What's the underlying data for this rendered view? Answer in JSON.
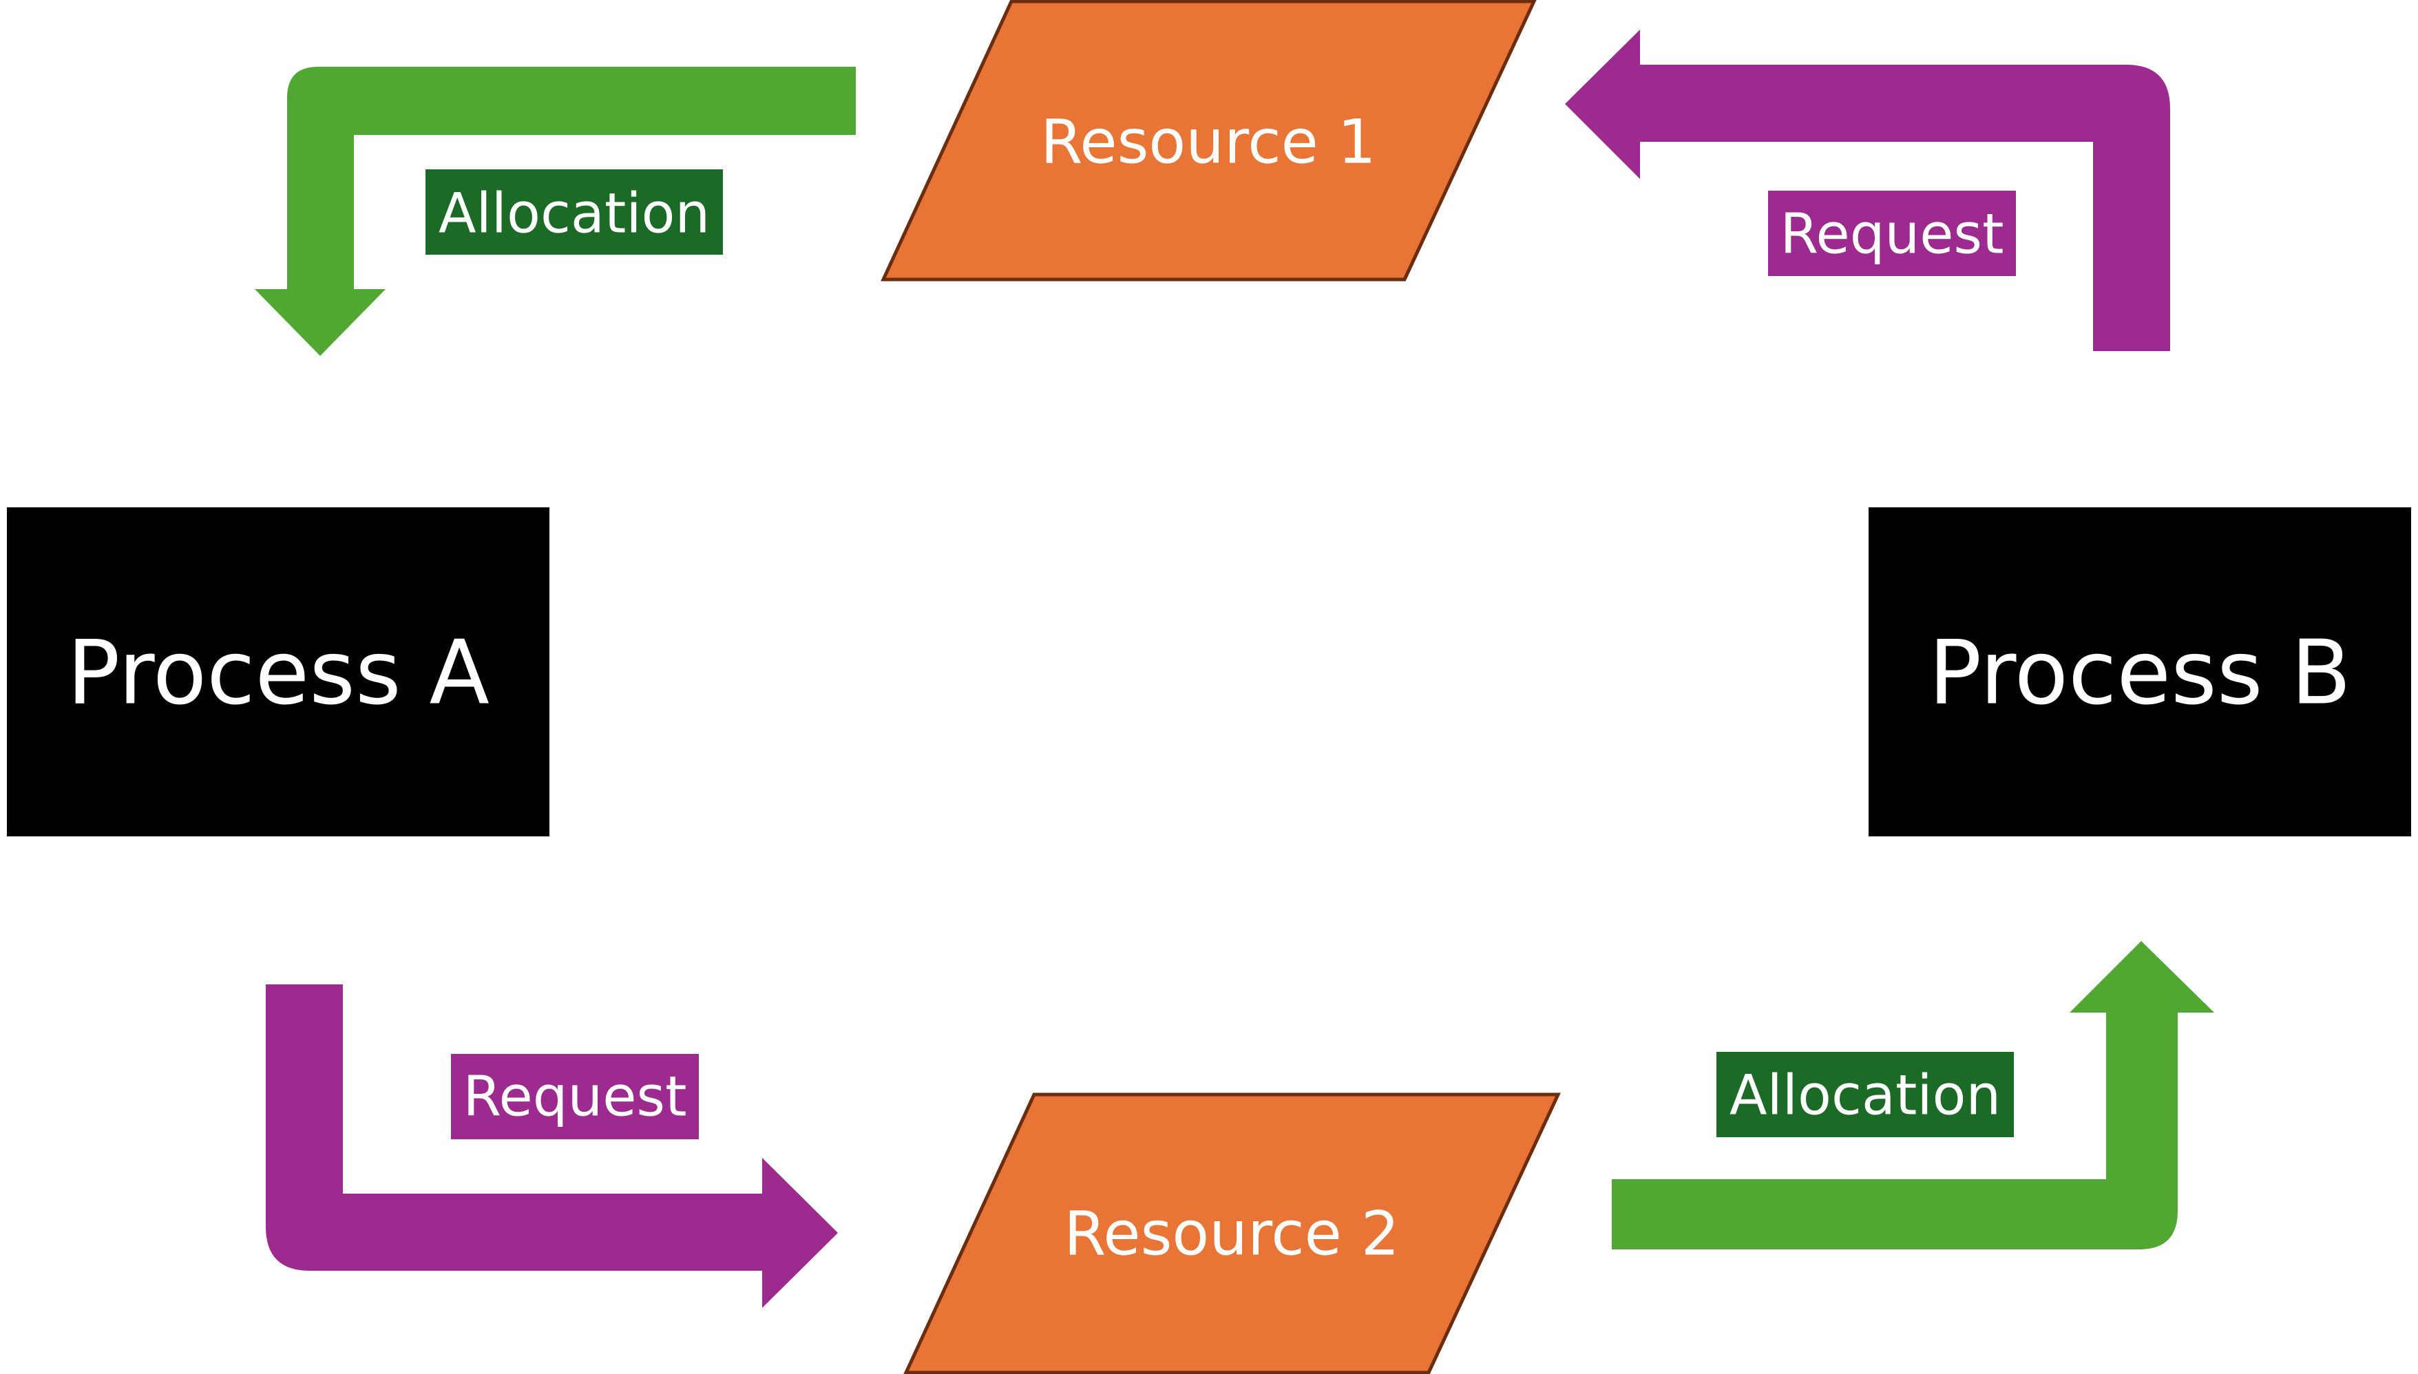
{
  "colors": {
    "process_fill": "#000000",
    "resource_fill": "#E87435",
    "resource_stroke": "#6B2D0E",
    "allocation_arrow": "#50A832",
    "allocation_label_bg": "#1B6B27",
    "request_arrow": "#9D2A8F",
    "request_label_bg": "#9D2A8F",
    "text": "#FFFFFF"
  },
  "processes": {
    "a": {
      "label": "Process A"
    },
    "b": {
      "label": "Process B"
    }
  },
  "resources": {
    "r1": {
      "label": "Resource 1"
    },
    "r2": {
      "label": "Resource 2"
    }
  },
  "edges": {
    "r1_to_a": {
      "kind": "allocation",
      "label": "Allocation"
    },
    "b_to_r1": {
      "kind": "request",
      "label": "Request"
    },
    "a_to_r2": {
      "kind": "request",
      "label": "Request"
    },
    "r2_to_b": {
      "kind": "allocation",
      "label": "Allocation"
    }
  }
}
